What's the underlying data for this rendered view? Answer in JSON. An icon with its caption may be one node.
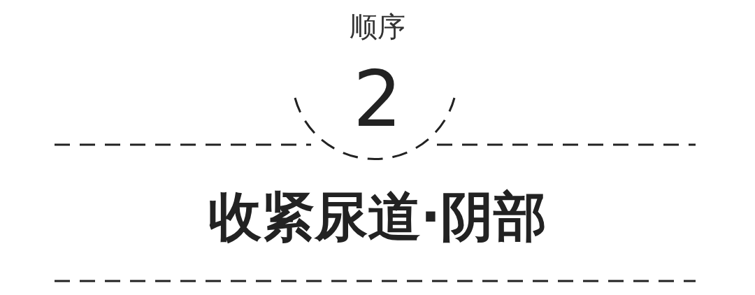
{
  "diagram": {
    "title": "收紧尿道·阴部",
    "labels": [
      "顺序",
      "2"
    ]
  }
}
